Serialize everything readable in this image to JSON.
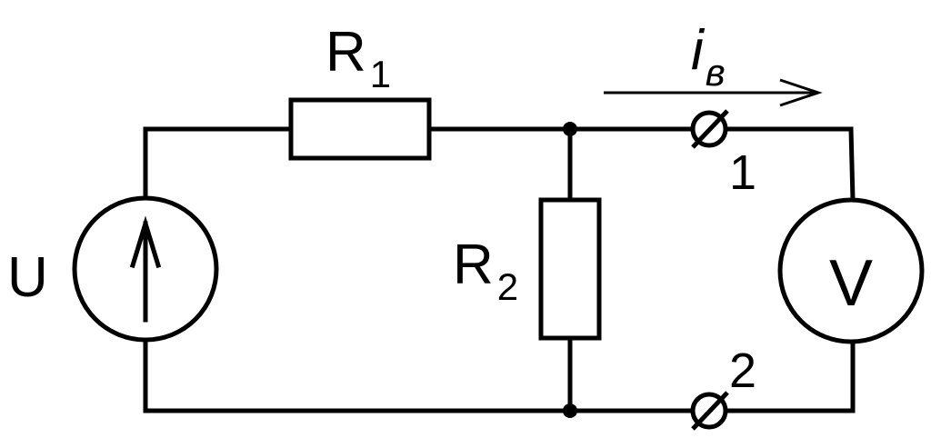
{
  "diagram": {
    "source": {
      "label": "U"
    },
    "resistor1": {
      "label": "R",
      "subscript": "1"
    },
    "resistor2": {
      "label": "R",
      "subscript": "2"
    },
    "current": {
      "label": "i",
      "subscript": "в"
    },
    "terminal1": {
      "label": "1"
    },
    "terminal2": {
      "label": "2"
    },
    "voltmeter": {
      "label": "V"
    }
  }
}
